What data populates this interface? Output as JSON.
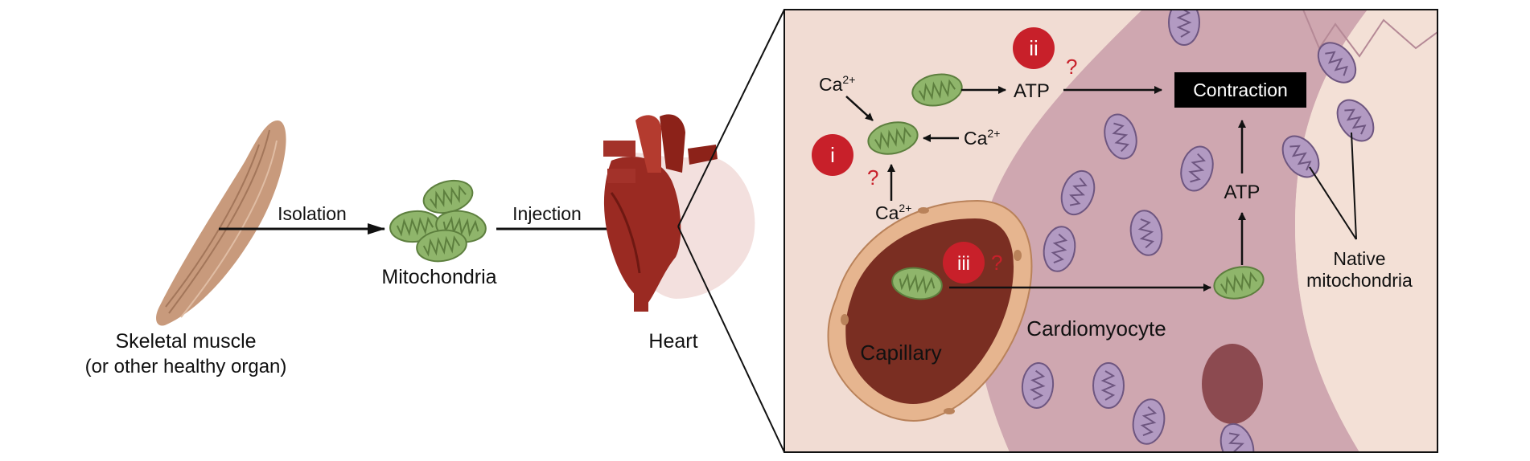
{
  "left": {
    "skeletal_muscle": "Skeletal muscle",
    "skeletal_muscle_sub": "(or other healthy organ)",
    "isolation": "Isolation",
    "mitochondria": "Mitochondria",
    "injection": "Injection",
    "heart": "Heart"
  },
  "inset": {
    "ca_base": "Ca",
    "ca_sup": "2+",
    "atp": "ATP",
    "contraction": "Contraction",
    "capillary": "Capillary",
    "cardiomyocyte": "Cardiomyocyte",
    "native_line1": "Native",
    "native_line2": "mitochondria",
    "badges": {
      "i": "i",
      "ii": "ii",
      "iii": "iii"
    },
    "question": "?"
  },
  "colors": {
    "badge_red": "#c8202a",
    "mito_green": "#8fb56b",
    "native_purple": "#b29ac2",
    "muscle_tan": "#c89a7c",
    "heart_red": "#9a2a22",
    "capillary_lumen": "#7a2e22",
    "capillary_wall": "#e6b58f",
    "cardiomyocyte": "#cfa7b0",
    "background_tissue": "#f1dcd3"
  }
}
